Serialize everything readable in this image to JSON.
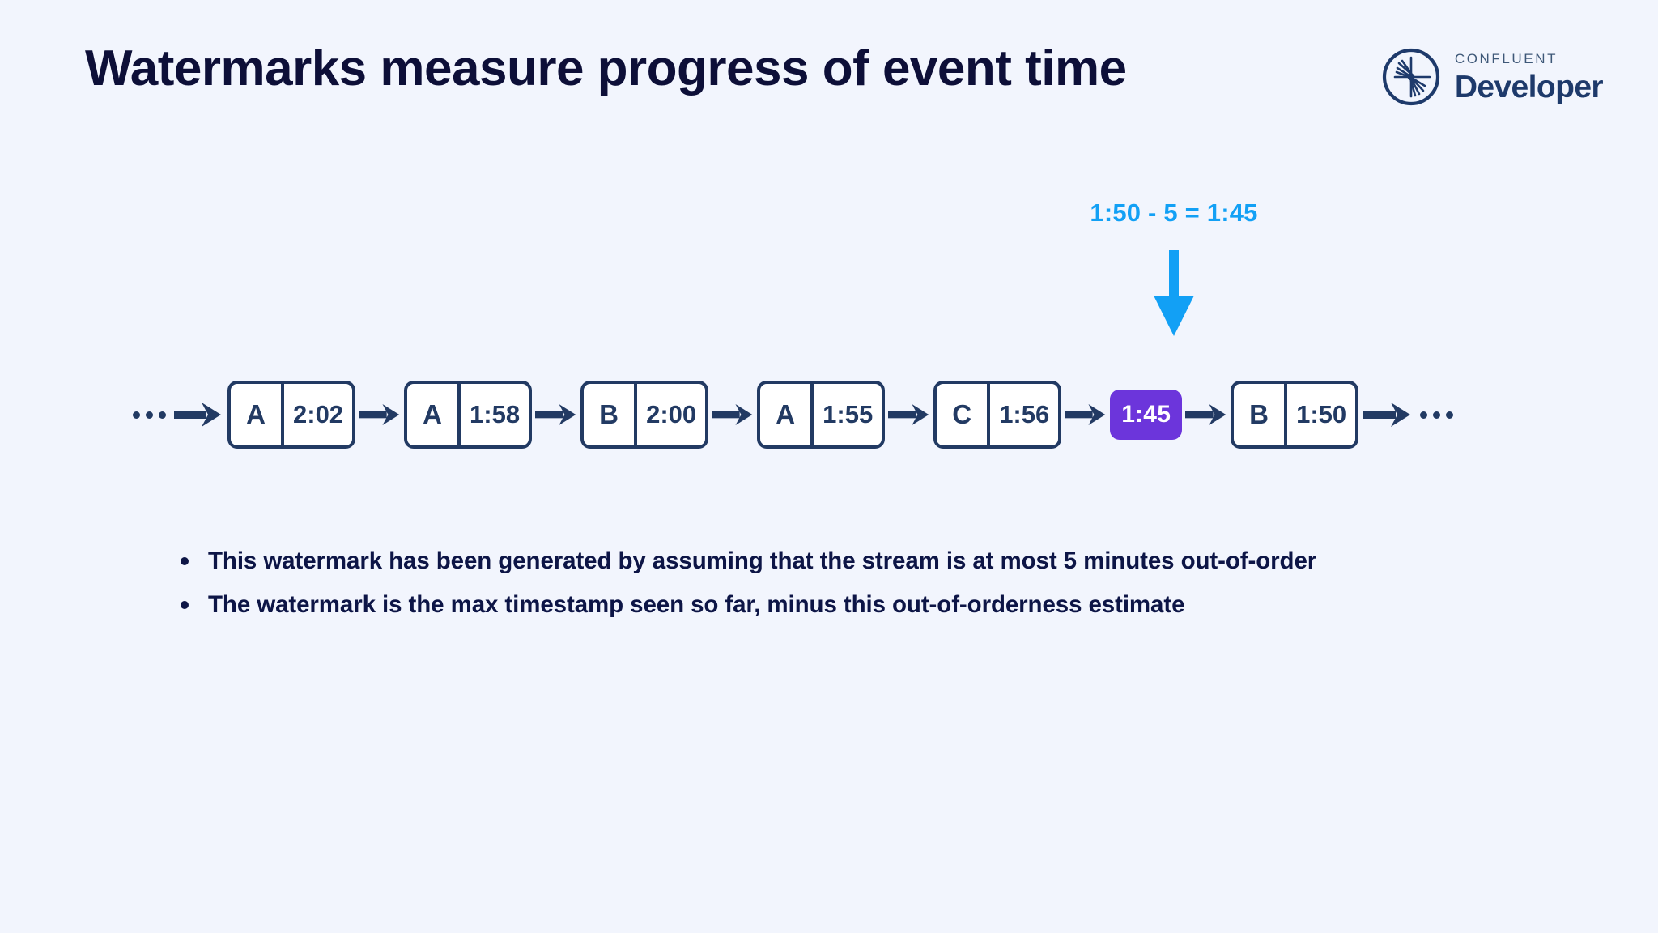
{
  "slide": {
    "title": "Watermarks measure progress of event time",
    "background_color": "#f2f5fd",
    "title_color": "#0d0f38"
  },
  "logo": {
    "mark_name": "confluent-starburst-icon",
    "kicker": "CONFLUENT",
    "word": "Developer",
    "color": "#1e3a6b"
  },
  "annotation": {
    "label": "1:50 - 5 = 1:45",
    "color": "#12a0f5",
    "arrow_direction": "down",
    "points_to": "watermark-box"
  },
  "timeline": {
    "leading_ellipsis": "…",
    "trailing_ellipsis": "…",
    "arrow_color": "#223a63",
    "box_border_color": "#223a63",
    "box_fill_color": "#ffffff",
    "box_text_color": "#223a63",
    "events": [
      {
        "key": "A",
        "timestamp": "2:02"
      },
      {
        "key": "A",
        "timestamp": "1:58"
      },
      {
        "key": "B",
        "timestamp": "2:00"
      },
      {
        "key": "A",
        "timestamp": "1:55"
      },
      {
        "key": "C",
        "timestamp": "1:56"
      }
    ],
    "watermark": {
      "label": "1:45",
      "fill_color": "#6c35db",
      "text_color": "#ffffff"
    },
    "events_after_watermark": [
      {
        "key": "B",
        "timestamp": "1:50"
      }
    ]
  },
  "bullets": [
    "This watermark has been generated by assuming that the stream is at most 5 minutes out-of-order",
    "The watermark is the max timestamp seen so far, minus this out-of-orderness estimate"
  ]
}
